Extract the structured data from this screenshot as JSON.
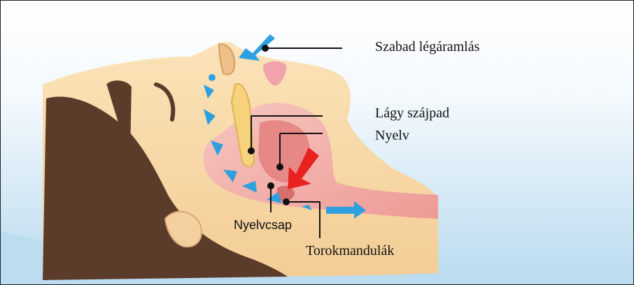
{
  "labels": {
    "free_airflow": "Szabad légáramlás",
    "soft_palate": "Lágy szájpad",
    "tongue": "Nyelv",
    "uvula": "Nyelvcsap",
    "tonsils": "Torokmandulák"
  },
  "colors": {
    "skin": "#f7d9a8",
    "hair": "#5b3b2a",
    "airway": "#f2b3b0",
    "airflow_arrow": "#2ea0e0",
    "obstruction_arrow": "#e8231f",
    "leader_line": "#111111"
  },
  "icons": {
    "airflow": "blue-dashed-arrow",
    "obstruction": "red-arrow"
  }
}
